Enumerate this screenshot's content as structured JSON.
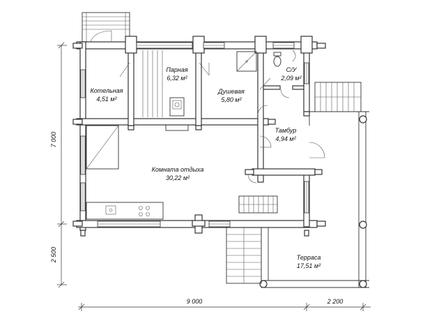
{
  "plan": {
    "rooms": [
      {
        "id": "boiler",
        "name": "Котельная",
        "area": "4,51 м²"
      },
      {
        "id": "steam",
        "name": "Парная",
        "area": "6,32 м²"
      },
      {
        "id": "shower",
        "name": "Душевая",
        "area": "5,80 м²"
      },
      {
        "id": "wc",
        "name": "С/У",
        "area": "2,09 м²"
      },
      {
        "id": "vestibule",
        "name": "Тамбур",
        "area": "4,94 м²"
      },
      {
        "id": "lounge",
        "name": "Комната отдыха",
        "area": "30,22 м²"
      },
      {
        "id": "terrace",
        "name": "Терраса",
        "area": "17,51 м²"
      }
    ],
    "dimensions": {
      "left_main": "7 000",
      "left_lower": "2 500",
      "bottom_main": "9 000",
      "bottom_right": "2 200"
    }
  }
}
